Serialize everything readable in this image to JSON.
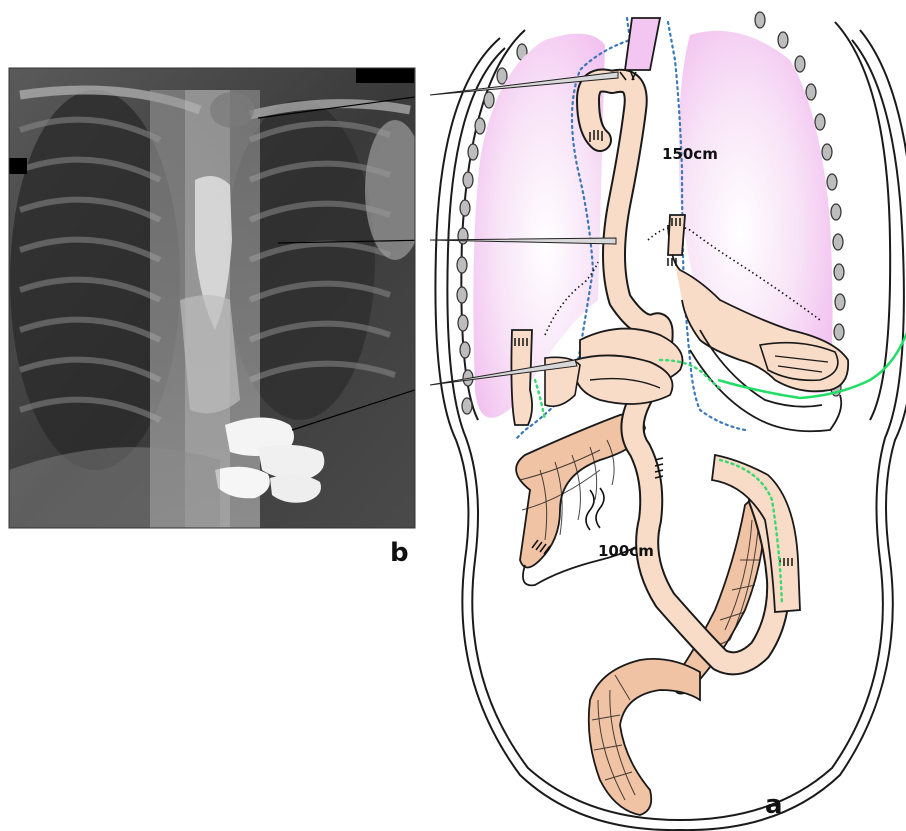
{
  "panels": {
    "radiograph_label": "b",
    "diagram_label": "a"
  },
  "annotations": {
    "upper_length": "150cm",
    "lower_length": "100cm"
  },
  "colors": {
    "bowel_fill": "#f8dcc8",
    "mesentery_fill": "#f0c3a4",
    "lung_fill": "#f3c6f1",
    "outline": "#1a1a1a",
    "dotted_blue": "#3a78b8",
    "dotted_green": "#38d870",
    "feeding_tube_green": "#22dd66",
    "pointer_fill": "#d8d8d8"
  }
}
